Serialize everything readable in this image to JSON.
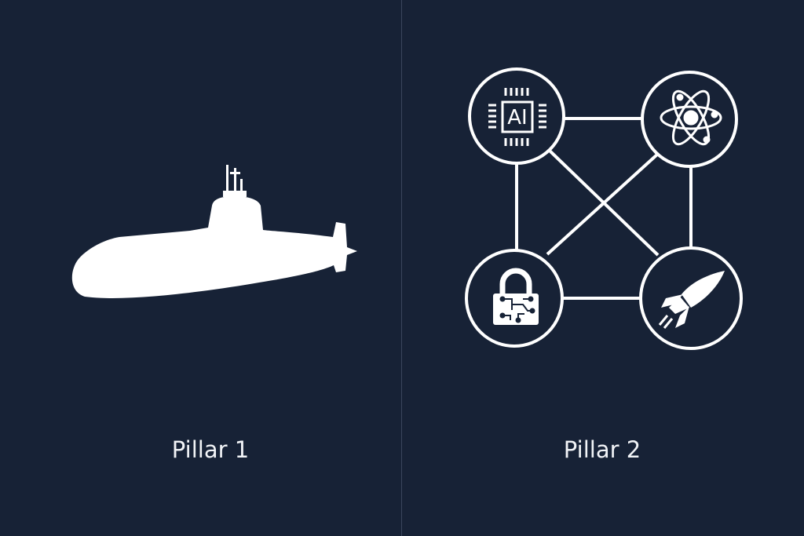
{
  "panels": [
    {
      "label": "Pillar 1",
      "icon": "submarine-icon"
    },
    {
      "label": "Pillar 2",
      "icons": [
        "ai-chip-icon",
        "atom-icon",
        "circuit-lock-icon",
        "rocket-icon"
      ],
      "chip_text": "AI"
    }
  ],
  "colors": {
    "background": "#172236",
    "foreground": "#ffffff",
    "divider": "#3a465c"
  }
}
